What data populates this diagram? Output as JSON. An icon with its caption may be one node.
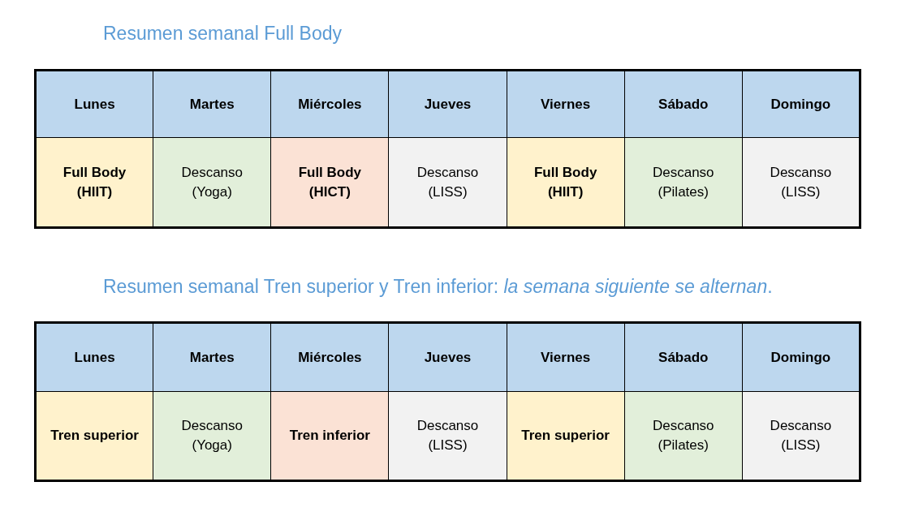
{
  "diagram": {
    "labels": [
      "Resumen semanal Full Body",
      "Lunes",
      "Martes",
      "Miércoles",
      "Jueves",
      "Viernes",
      "Sábado",
      "Domingo",
      "Full Body (HIIT)",
      "Descanso (Yoga)",
      "Full Body (HICT)",
      "Descanso (LISS)",
      "Full Body (HIIT)",
      "Descanso (Pilates)",
      "Descanso (LISS)",
      "Resumen semanal Tren superior y Tren inferior: *la semana siguiente se alternan*.",
      "Lunes",
      "Martes",
      "Miércoles",
      "Jueves",
      "Viernes",
      "Sábado",
      "Domingo",
      "Tren superior",
      "Descanso (Yoga)",
      "Tren inferior",
      "Descanso (LISS)",
      "Tren superior",
      "Descanso (Pilates)",
      "Descanso (LISS)"
    ]
  }
}
